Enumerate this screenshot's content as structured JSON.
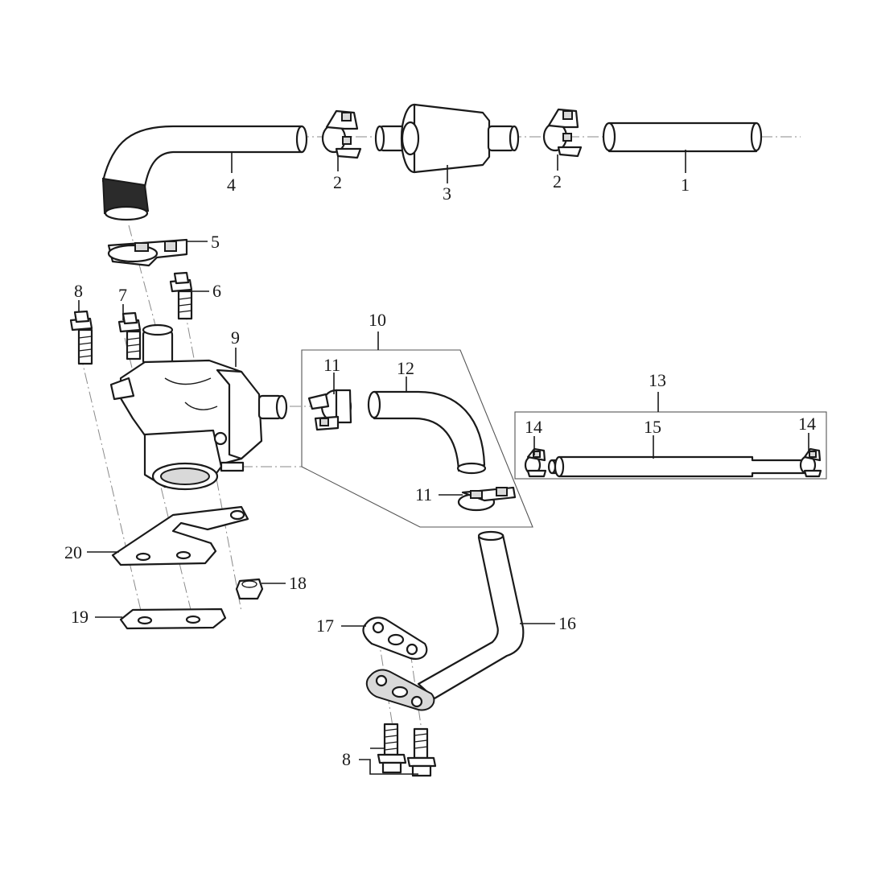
{
  "callouts": {
    "c1": "1",
    "c2a": "2",
    "c2b": "2",
    "c3": "3",
    "c4": "4",
    "c5": "5",
    "c6": "6",
    "c7": "7",
    "c8a": "8",
    "c8b": "8",
    "c9": "9",
    "c10": "10",
    "c11a": "11",
    "c11b": "11",
    "c12": "12",
    "c13": "13",
    "c14a": "14",
    "c14b": "14",
    "c15": "15",
    "c16": "16",
    "c17": "17",
    "c18": "18",
    "c19": "19",
    "c20": "20"
  }
}
